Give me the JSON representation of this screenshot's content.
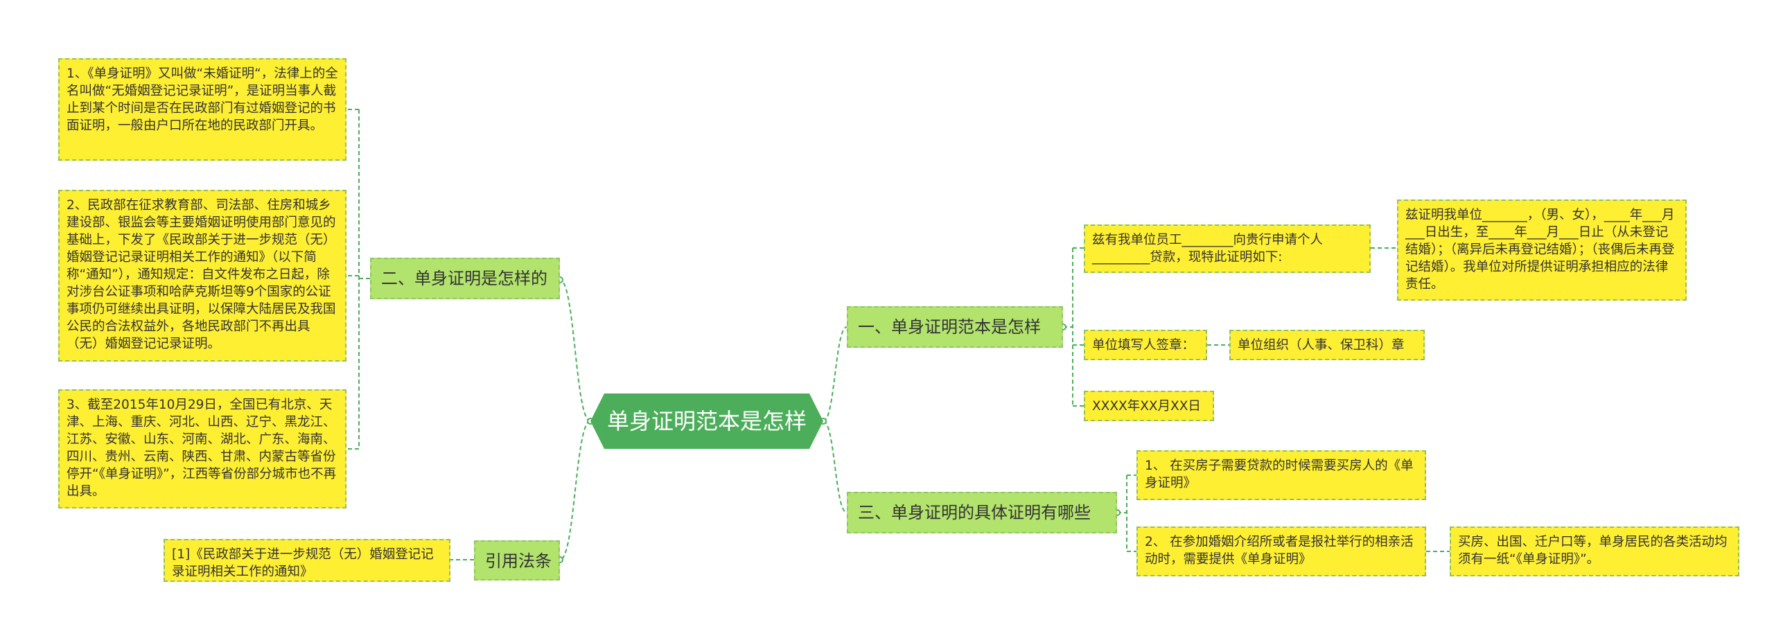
{
  "root": {
    "label": "单身证明范本是怎样"
  },
  "branches": {
    "b2": {
      "label": "二、单身证明是怎样的"
    },
    "yinyong": {
      "label": "引用法条"
    },
    "b1": {
      "label": "一、单身证明范本是怎样"
    },
    "b3": {
      "label": "三、单身证明的具体证明有哪些"
    }
  },
  "leaves": {
    "l2_1": "1、《单身证明》又叫做“未婚证明“，法律上的全名叫做“无婚姻登记记录证明”，是证明当事人截止到某个时间是否在民政部门有过婚姻登记的书面证明，一般由户口所在地的民政部门开具。",
    "l2_2": "2、民政部在征求教育部、司法部、住房和城乡建设部、银监会等主要婚姻证明使用部门意见的基础上，下发了《民政部关于进一步规范（无）婚姻登记记录证明相关工作的通知》（以下简称“通知”），通知规定：自文件发布之日起，除对涉台公证事项和哈萨克斯坦等9个国家的公证事项仍可继续出具证明，以保障大陆居民及我国公民的合法权益外，各地民政部门不再出具（无）婚姻登记记录证明。",
    "l2_3": "3、截至2015年10月29日，全国已有北京、天津、上海、重庆、河北、山西、辽宁、黑龙江、江苏、安徽、山东、河南、湖北、广东、海南、四川、贵州、云南、陕西、甘肃、内蒙古等省份停开“《单身证明》”，江西等省份部分城市也不再出具。",
    "ly_1": "[1]《民政部关于进一步规范（无）婚姻登记记录证明相关工作的通知》",
    "l1_1": "兹有我单位员工________向贵行申请个人_________贷款，现特此证明如下:",
    "l1_1a": "兹证明我单位_______，（男、女），____年___月___日出生，至____年___月___日止（从未登记结婚）；（离异后未再登记结婚）；（丧偶后未再登记结婚）。我单位对所提供证明承担相应的法律责任。",
    "l1_2": "单位填写人签章：",
    "l1_2a": "单位组织（人事、保卫科）章",
    "l1_3": "XXXX年XX月XX日",
    "l3_1": "1、 在买房子需要贷款的时候需要买房人的《单身证明》",
    "l3_2": "2、 在参加婚姻介绍所或者是报社举行的相亲活动时，需要提供《单身证明》",
    "l3_2a": "买房、出国、迁户口等，单身居民的各类活动均须有一纸“《单身证明》”。"
  },
  "colors": {
    "root_fill": "#4cae5a",
    "branch_fill": "#b2e36c",
    "leaf_fill": "#ffef33",
    "connector": "#4cae5a"
  }
}
